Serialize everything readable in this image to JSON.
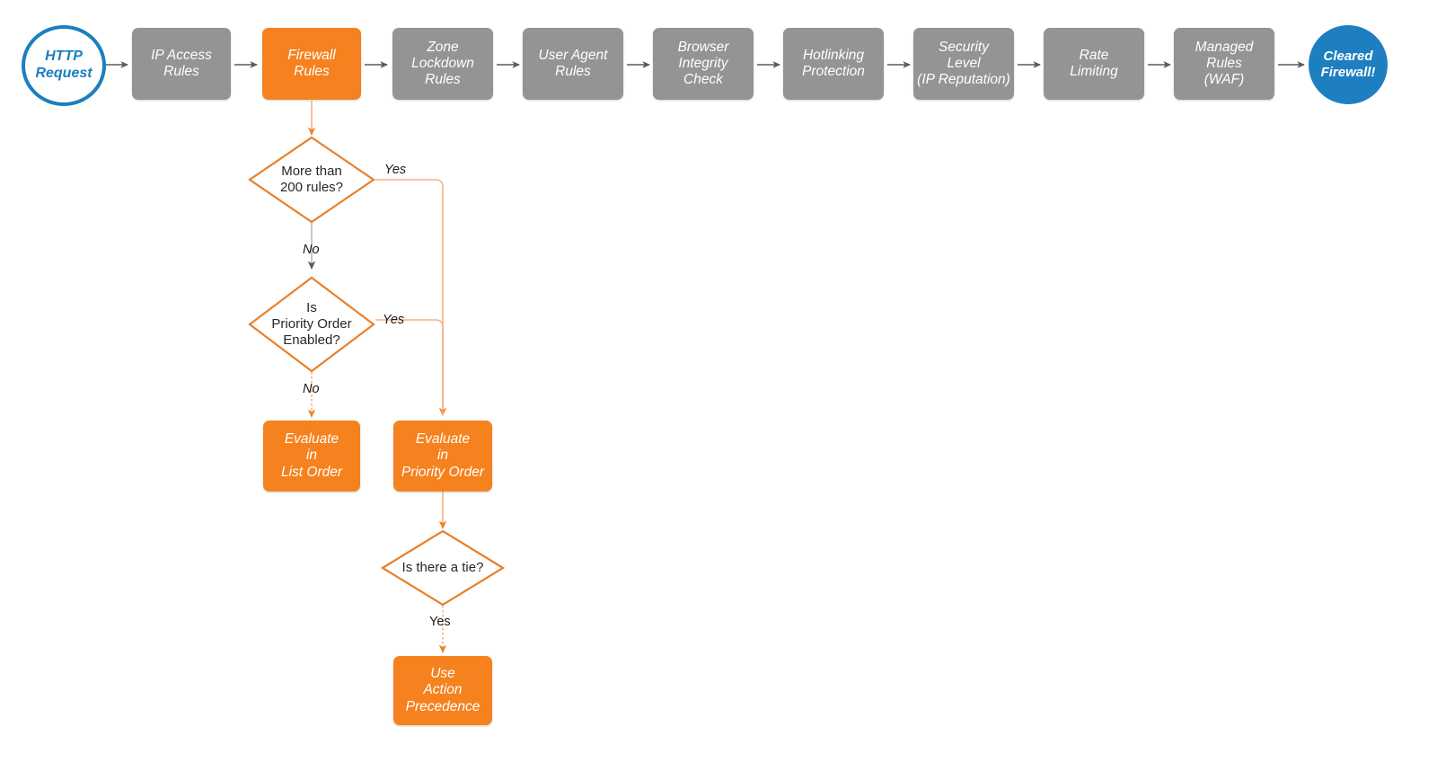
{
  "diagram": {
    "title": "Cloudflare firewall rules evaluation order flowchart",
    "colors": {
      "orange": "#f5821f",
      "orange_line": "#f7a86a",
      "gray_box": "#949494",
      "gray_line": "#606060",
      "blue": "#1b7fc0",
      "text_dark": "#262626",
      "background": "#ffffff"
    }
  },
  "pipeline": {
    "start": {
      "label": "HTTP Request",
      "lines": [
        "HTTP",
        "Request"
      ],
      "shape": "circle-open"
    },
    "end": {
      "label": "Cleared Firewall!",
      "lines": [
        "Cleared",
        "Firewall!"
      ],
      "shape": "circle-solid"
    },
    "stages": [
      {
        "id": "ip-access-rules",
        "lines": [
          "IP Access",
          "Rules"
        ],
        "highlighted": false
      },
      {
        "id": "firewall-rules",
        "lines": [
          "Firewall",
          "Rules"
        ],
        "highlighted": true
      },
      {
        "id": "zone-lockdown-rules",
        "lines": [
          "Zone",
          "Lockdown",
          "Rules"
        ],
        "highlighted": false
      },
      {
        "id": "user-agent-rules",
        "lines": [
          "User Agent",
          "Rules"
        ],
        "highlighted": false
      },
      {
        "id": "browser-integrity-check",
        "lines": [
          "Browser",
          "Integrity",
          "Check"
        ],
        "highlighted": false
      },
      {
        "id": "hotlinking-protection",
        "lines": [
          "Hotlinking",
          "Protection"
        ],
        "highlighted": false
      },
      {
        "id": "security-level",
        "lines": [
          "Security",
          "Level",
          "(IP Reputation)"
        ],
        "highlighted": false
      },
      {
        "id": "rate-limiting",
        "lines": [
          "Rate",
          "Limiting"
        ],
        "highlighted": false
      },
      {
        "id": "managed-rules-waf",
        "lines": [
          "Managed",
          "Rules",
          "(WAF)"
        ],
        "highlighted": false
      }
    ]
  },
  "branch": {
    "decisions": [
      {
        "id": "more-than-200-rules",
        "lines": [
          "More than",
          "200 rules?"
        ]
      },
      {
        "id": "is-priority-order-enabled",
        "lines": [
          "Is",
          "Priority Order",
          "Enabled?"
        ]
      },
      {
        "id": "is-there-a-tie",
        "lines": [
          "Is there a tie?"
        ]
      }
    ],
    "outcomes": [
      {
        "id": "evaluate-in-list-order",
        "lines": [
          "Evaluate",
          "in",
          "List Order"
        ]
      },
      {
        "id": "evaluate-in-priority-order",
        "lines": [
          "Evaluate",
          "in",
          "Priority Order"
        ]
      },
      {
        "id": "use-action-precedence",
        "lines": [
          "Use",
          "Action",
          "Precedence"
        ]
      }
    ],
    "edge_labels": {
      "d1_yes": "Yes",
      "d1_no": "No",
      "d2_yes": "Yes",
      "d2_no": "No",
      "d3_yes": "Yes"
    }
  }
}
